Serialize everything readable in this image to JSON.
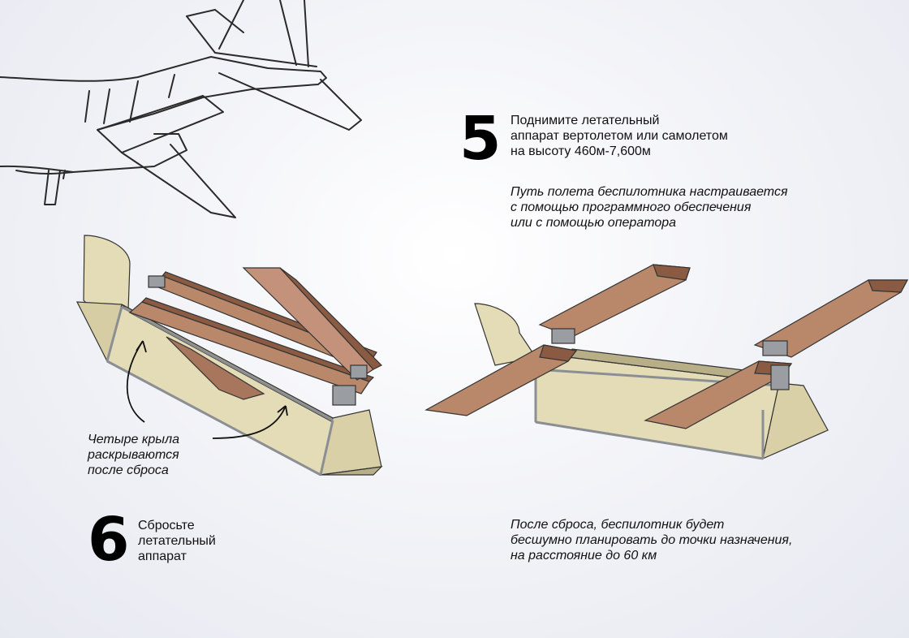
{
  "step5": {
    "number": "5",
    "lines": [
      "Поднимите летательный",
      "аппарат вертолетом или самолетом",
      "на высоту 460м-7,600м"
    ],
    "note": [
      "Путь полета беспилотника настраивается",
      "с помощью программного обеспечения",
      "или с помощью оператора"
    ]
  },
  "step6": {
    "number": "6",
    "lines": [
      "Сбросьте",
      "летательный",
      "аппарат"
    ],
    "note": [
      "После сброса, беспилотник будет",
      "бесшумно планировать до точки назначения,",
      "на расстояние до 60 км"
    ]
  },
  "callout": {
    "lines": [
      "Четыре крыла",
      "раскрываются",
      "после сброса"
    ]
  },
  "colors": {
    "box_fill": "#e4dcb6",
    "box_dark": "#cfc59b",
    "wing_wood": "#b9876a",
    "wing_dark": "#8a5a42",
    "metal": "#8b8f94"
  }
}
